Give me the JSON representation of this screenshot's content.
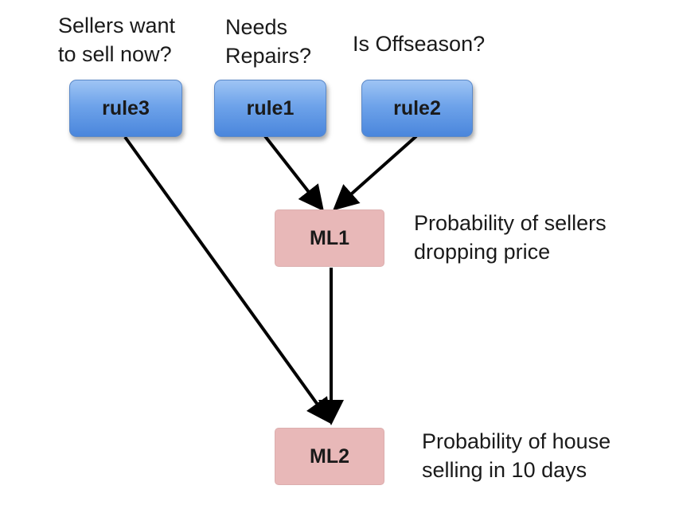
{
  "nodes": {
    "rule3": {
      "label": "rule3",
      "caption": [
        "Sellers want",
        "to sell now?"
      ]
    },
    "rule1": {
      "label": "rule1",
      "caption": [
        "Needs",
        "Repairs?"
      ]
    },
    "rule2": {
      "label": "rule2",
      "caption": [
        "Is Offseason?"
      ]
    },
    "ml1": {
      "label": "ML1",
      "caption": [
        "Probability of sellers",
        "dropping price"
      ]
    },
    "ml2": {
      "label": "ML2",
      "caption": [
        "Probability of house",
        "selling in 10 days"
      ]
    }
  },
  "edges": [
    {
      "from": "rule1",
      "to": "ml1"
    },
    {
      "from": "rule2",
      "to": "ml1"
    },
    {
      "from": "rule3",
      "to": "ml2"
    },
    {
      "from": "ml1",
      "to": "ml2"
    }
  ],
  "colors": {
    "rule_fill": "#6ea3ea",
    "ml_fill": "#e8b8b8",
    "edge": "#000000"
  }
}
